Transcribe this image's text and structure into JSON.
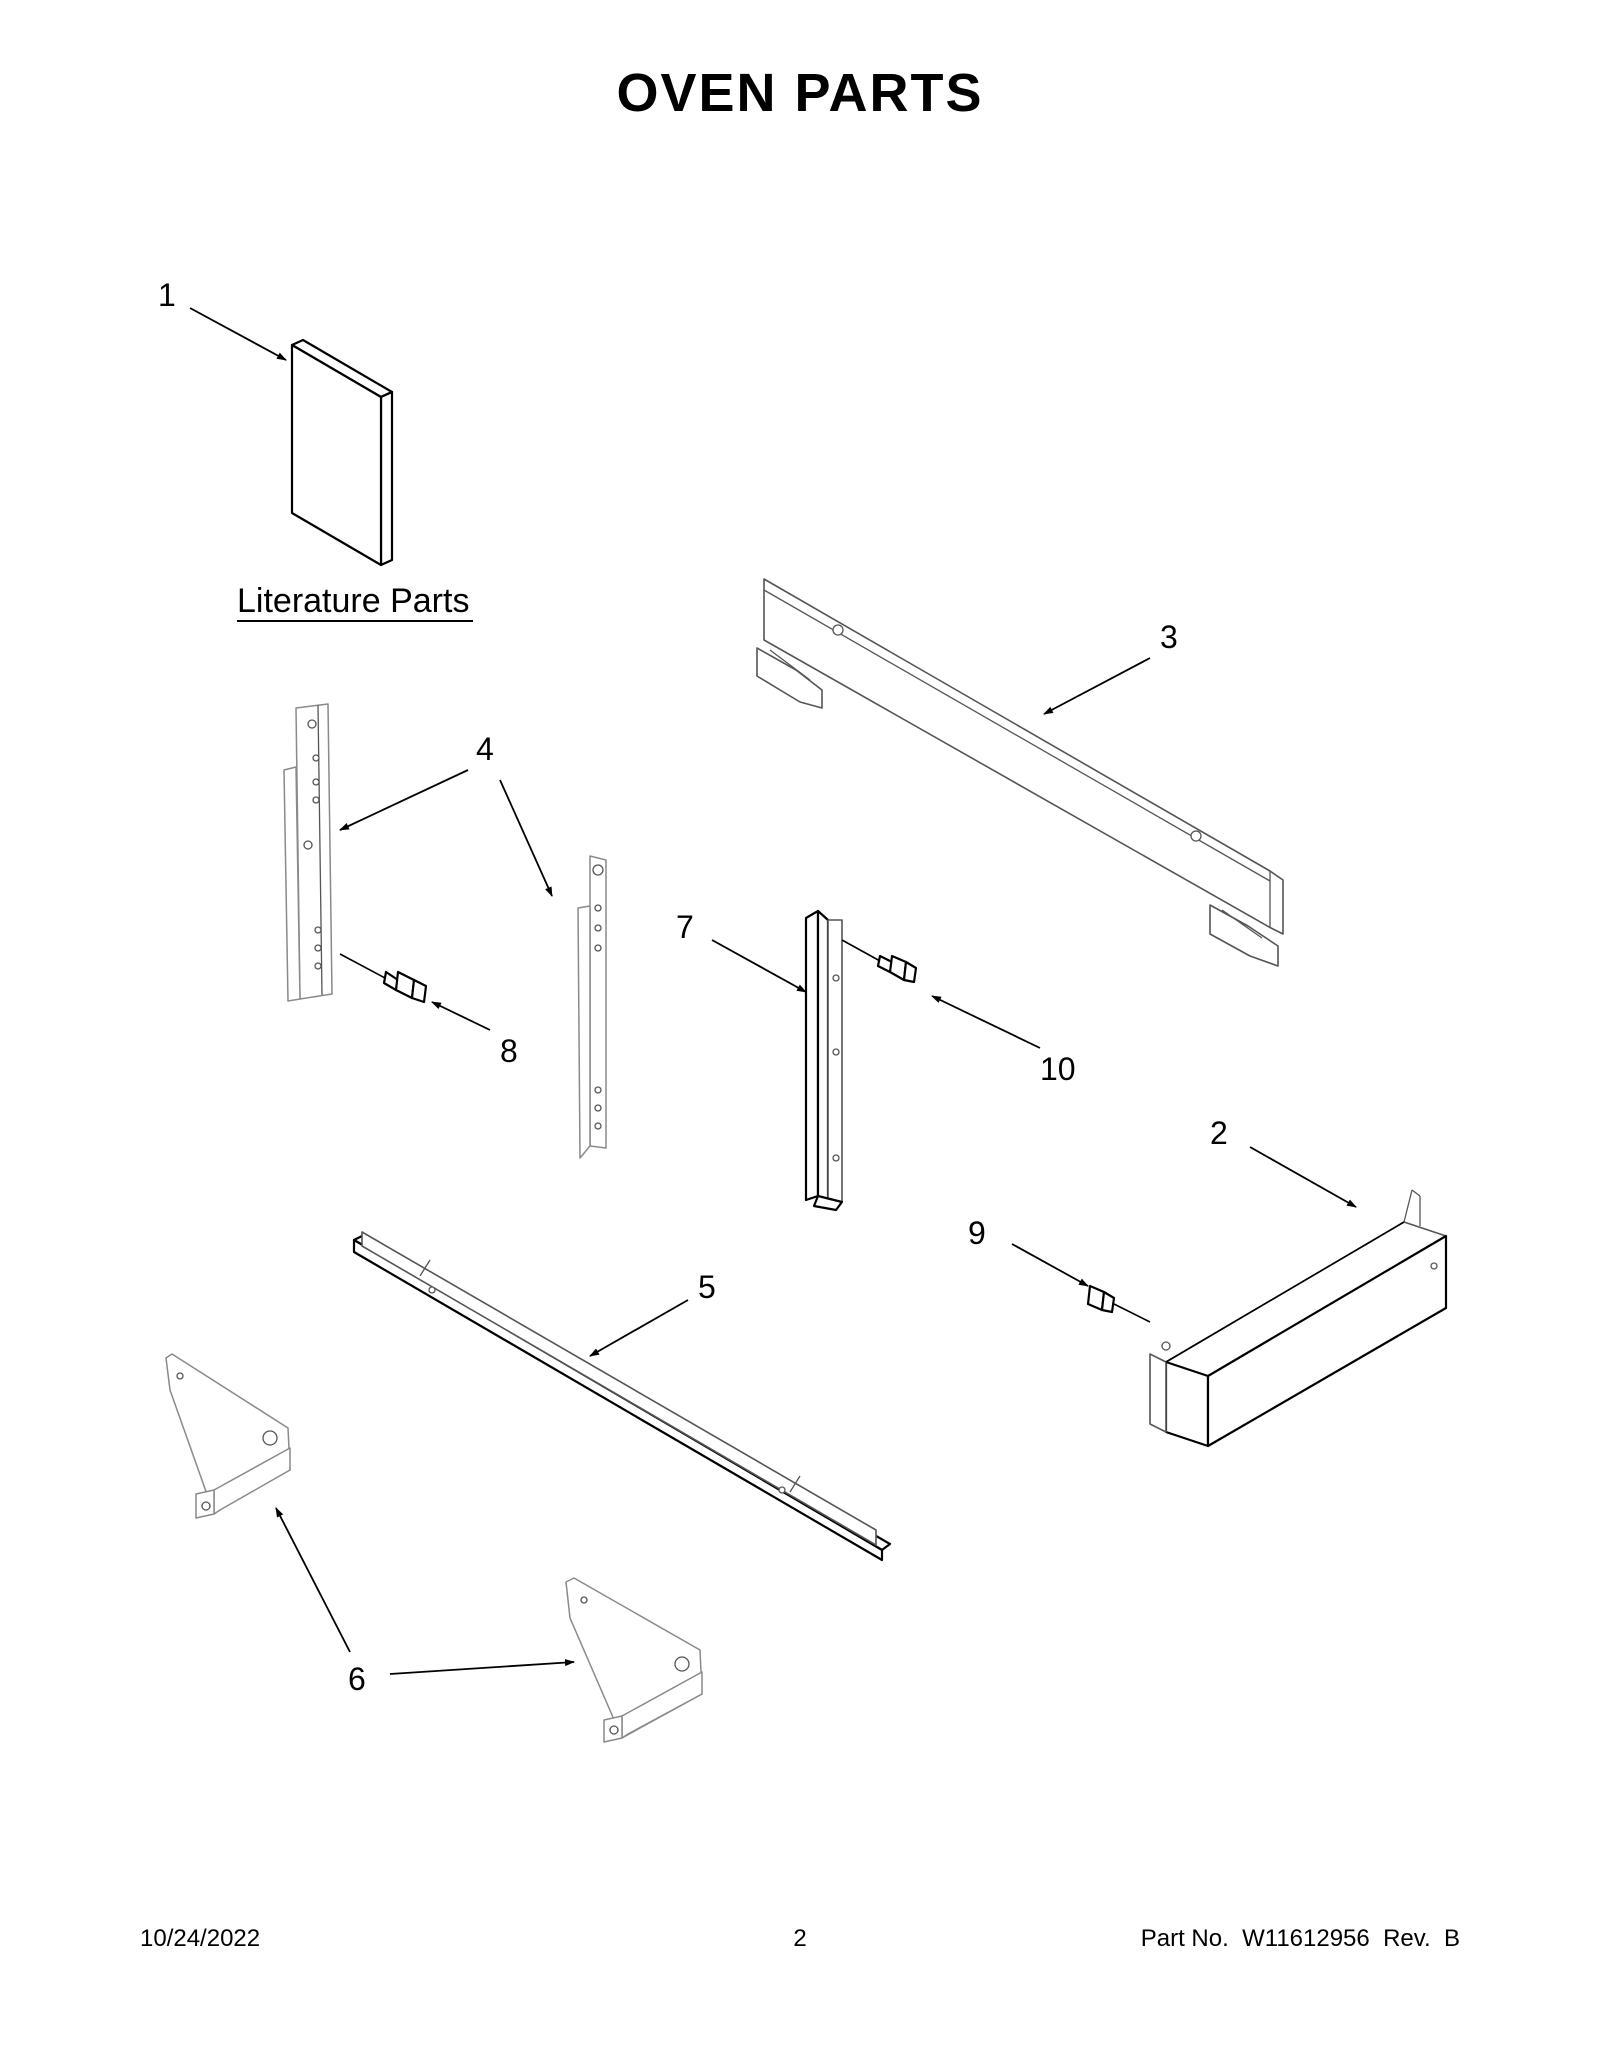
{
  "title": "OVEN PARTS",
  "literature_label": "Literature Parts",
  "callouts": {
    "p1": "1",
    "p2": "2",
    "p3": "3",
    "p4": "4",
    "p5": "5",
    "p6": "6",
    "p7": "7",
    "p8": "8",
    "p9": "9",
    "p10": "10"
  },
  "footer": {
    "date": "10/24/2022",
    "page": "2",
    "part_number": "Part No.  W11612956  Rev.  B"
  }
}
